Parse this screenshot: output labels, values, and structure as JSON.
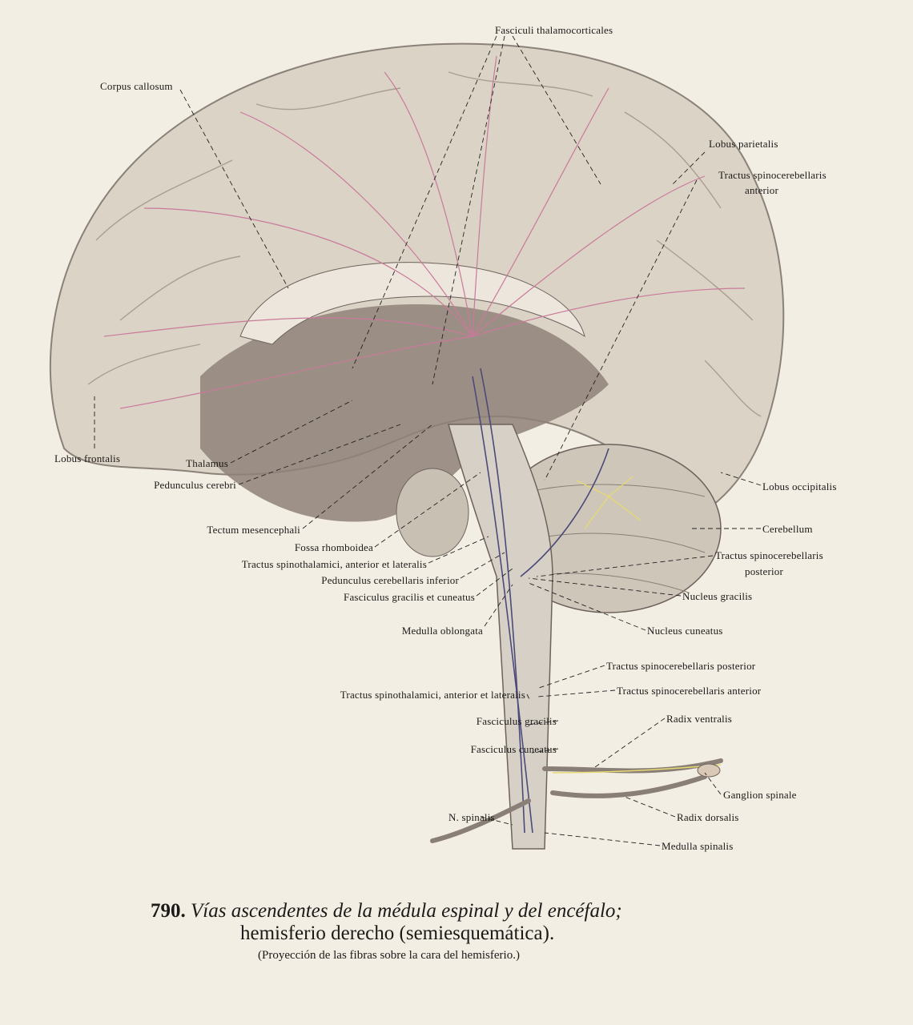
{
  "figure": {
    "number": "790.",
    "title_line1": "Vías ascendentes de la médula espinal y del encéfalo;",
    "title_line2": "hemisferio derecho (semiesquemática).",
    "subtitle": "(Proyección de las fibras sobre la cara del hemisferio.)"
  },
  "labels": {
    "fasciculi_thalamocorticales": "Fasciculi thalamocorticales",
    "corpus_callosum": "Corpus callosum",
    "lobus_parietalis": "Lobus parietalis",
    "tractus_spinocerebellaris_anterior_top_1": "Tractus spinocerebellaris",
    "tractus_spinocerebellaris_anterior_top_2": "anterior",
    "lobus_frontalis": "Lobus frontalis",
    "thalamus": "Thalamus",
    "pedunculus_cerebri": "Pedunculus cerebri",
    "tectum_mesencephali": "Tectum mesencephali",
    "fossa_rhomboidea": "Fossa rhomboidea",
    "tractus_spinothalamici_1": "Tractus spinothalamici, anterior et lateralis",
    "pedunculus_cerebellaris_inferior": "Pedunculus cerebellaris inferior",
    "fasciculus_gracilis_et_cuneatus": "Fasciculus gracilis et cuneatus",
    "medulla_oblongata": "Medulla oblongata",
    "lobus_occipitalis": "Lobus occipitalis",
    "cerebellum": "Cerebellum",
    "tractus_spinocerebellaris_posterior_top_1": "Tractus spinocerebellaris",
    "tractus_spinocerebellaris_posterior_top_2": "posterior",
    "nucleus_gracilis": "Nucleus gracilis",
    "nucleus_cuneatus": "Nucleus cuneatus",
    "tractus_spinocerebellaris_posterior": "Tractus spinocerebellaris posterior",
    "tractus_spinocerebellaris_anterior": "Tractus spinocerebellaris anterior",
    "tractus_spinothalamici_2": "Tractus spinothalamici, anterior et lateralis",
    "radix_ventralis": "Radix ventralis",
    "fasciculus_gracilis": "Fasciculus gracilis",
    "fasciculus_cuneatus": "Fasciculus cuneatus",
    "ganglion_spinale": "Ganglion spinale",
    "radix_dorsalis": "Radix dorsalis",
    "n_spinalis": "N. spinalis",
    "medulla_spinalis": "Medulla spinalis"
  },
  "colors": {
    "cortex": "#d9d1c4",
    "medial": "#8c7f78",
    "fibers": "#c97a9a",
    "tracts": "#4b4a7a",
    "yellow": "#e6da72"
  }
}
